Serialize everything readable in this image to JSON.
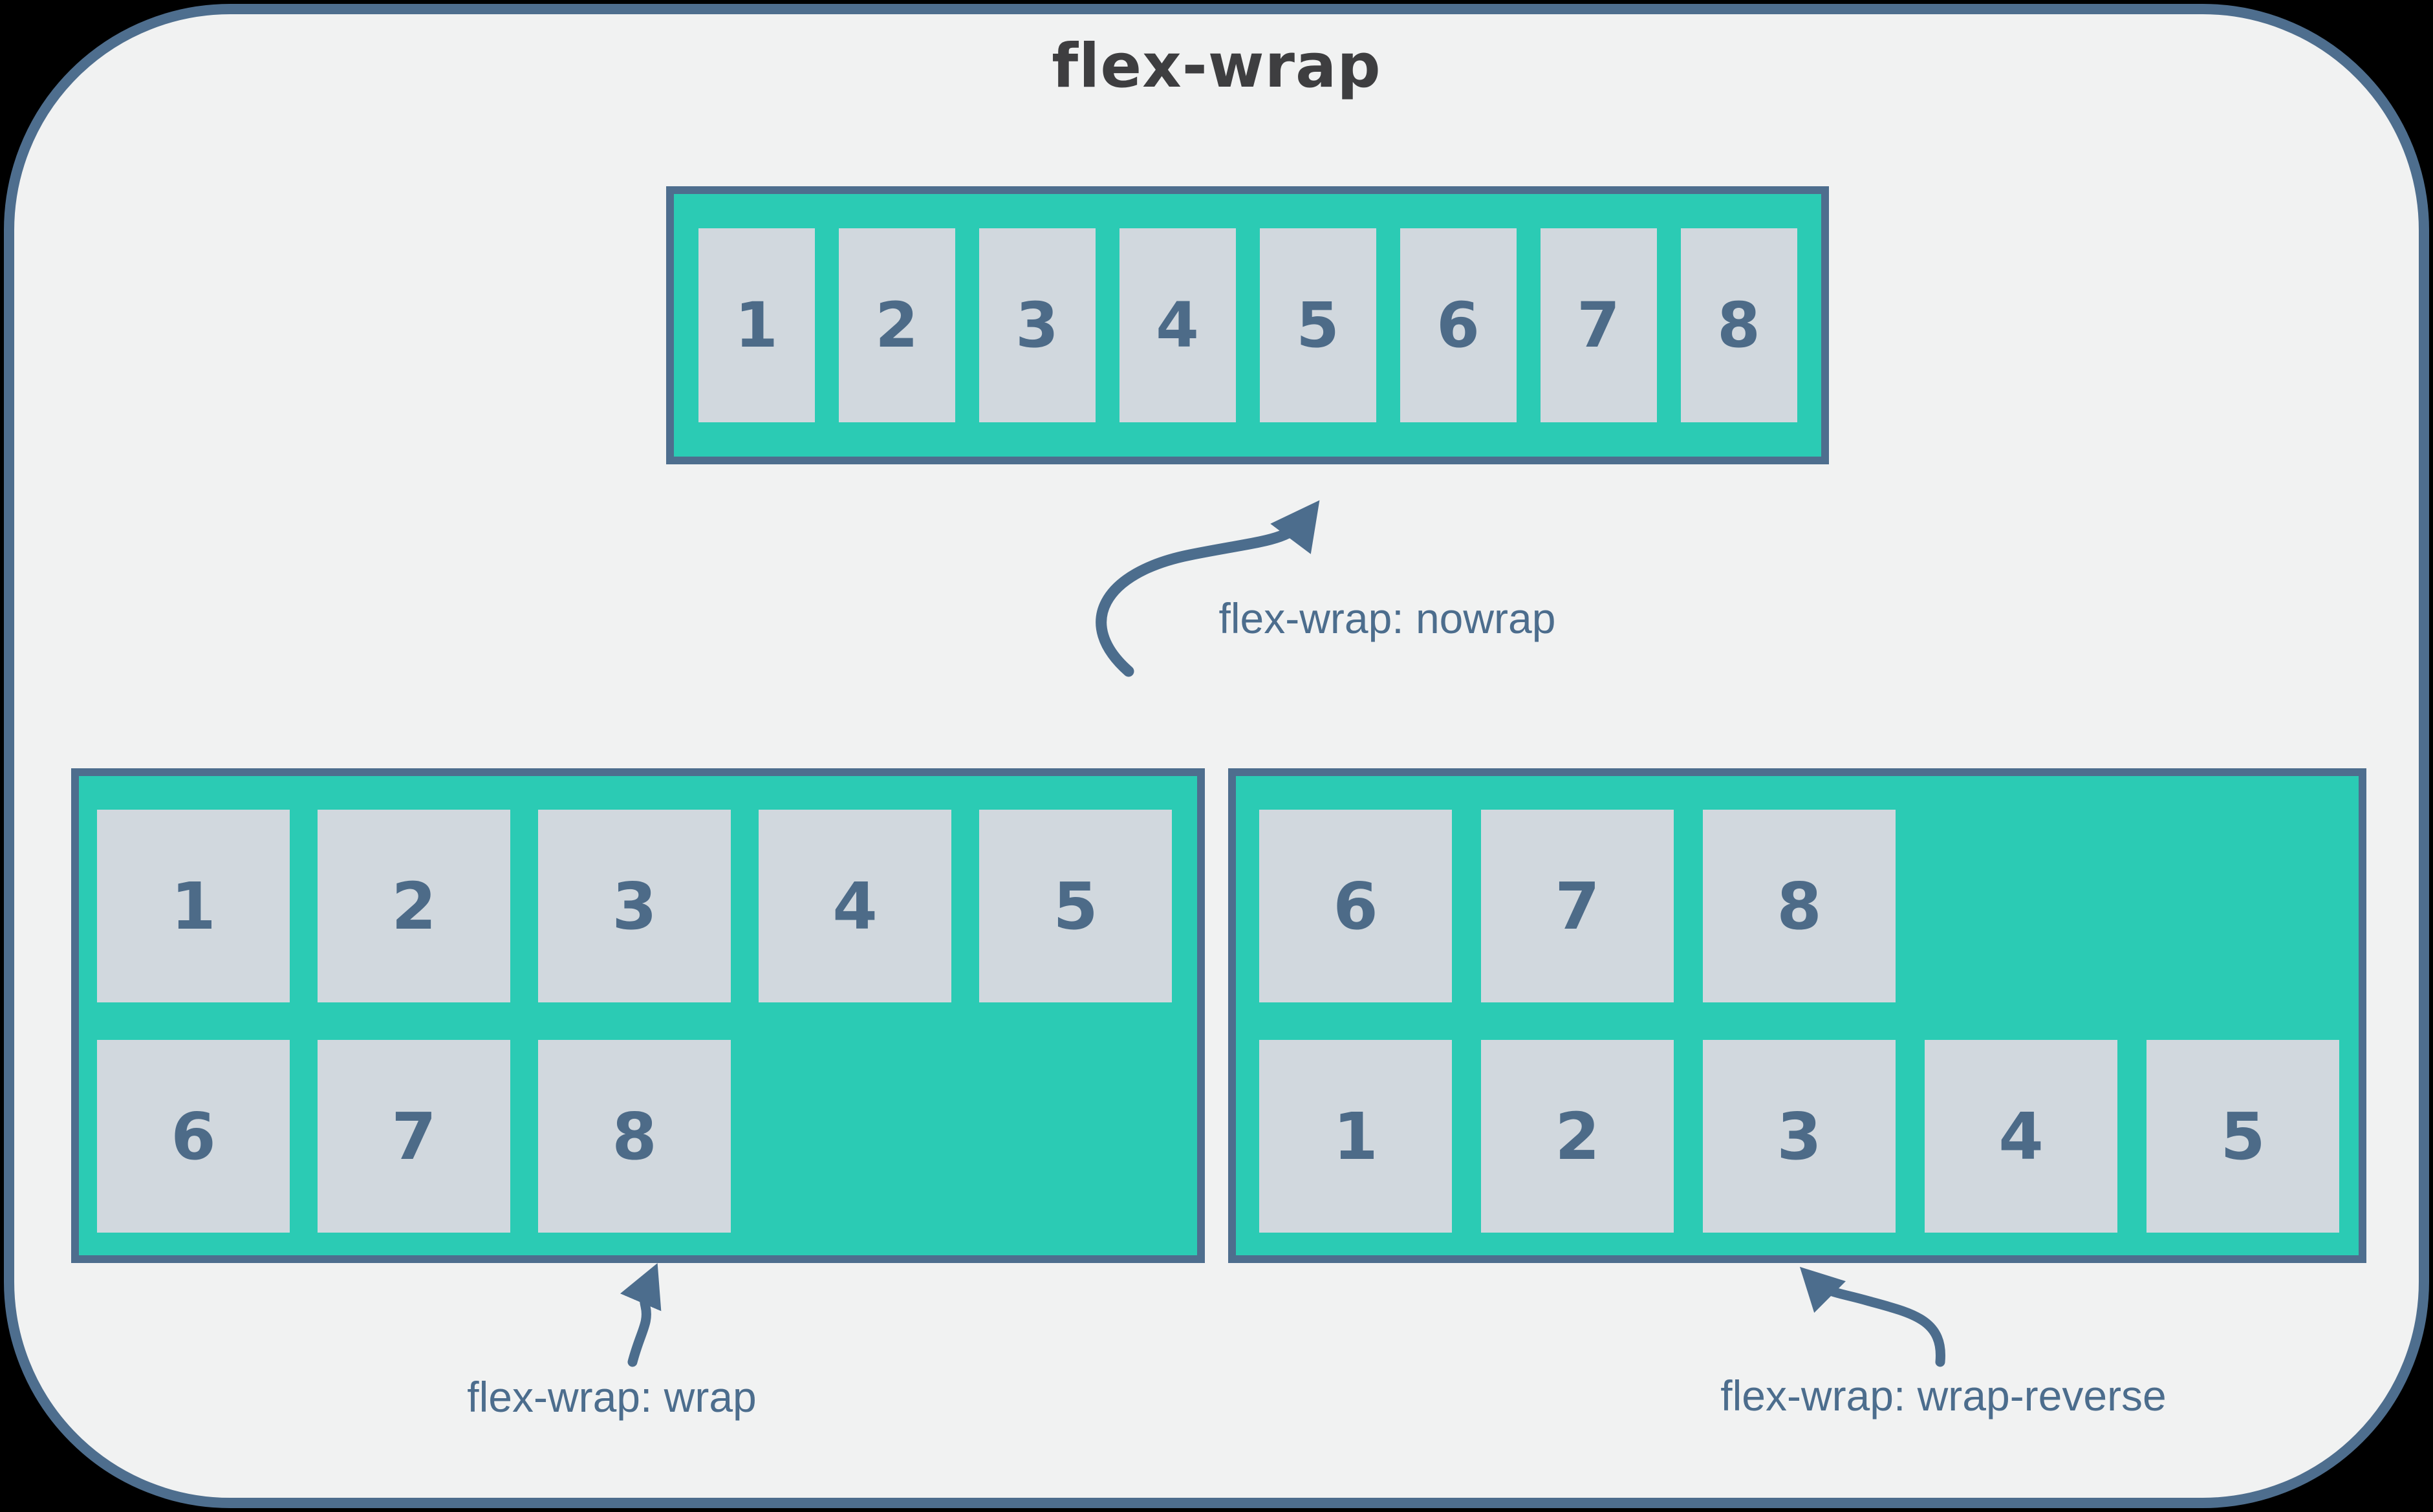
{
  "title": "flex-wrap",
  "colors": {
    "outer_background": "#000000",
    "card_background": "#f1f2f2",
    "card_border": "#4e6e8e",
    "container_fill": "#2bcbb4",
    "container_border": "#4e6e8e",
    "item_fill": "#d1d8de",
    "item_number": "#4d6b88",
    "annotation_text": "#4c6d8d",
    "title_text": "#3e3e40"
  },
  "containers": {
    "nowrap": {
      "annotation": "flex-wrap: nowrap",
      "rows": [
        [
          "1",
          "2",
          "3",
          "4",
          "5",
          "6",
          "7",
          "8"
        ]
      ]
    },
    "wrap": {
      "annotation": "flex-wrap: wrap",
      "rows": [
        [
          "1",
          "2",
          "3",
          "4",
          "5"
        ],
        [
          "6",
          "7",
          "8"
        ]
      ]
    },
    "wrap_reverse": {
      "annotation": "flex-wrap: wrap-reverse",
      "rows": [
        [
          "6",
          "7",
          "8"
        ],
        [
          "1",
          "2",
          "3",
          "4",
          "5"
        ]
      ]
    }
  }
}
